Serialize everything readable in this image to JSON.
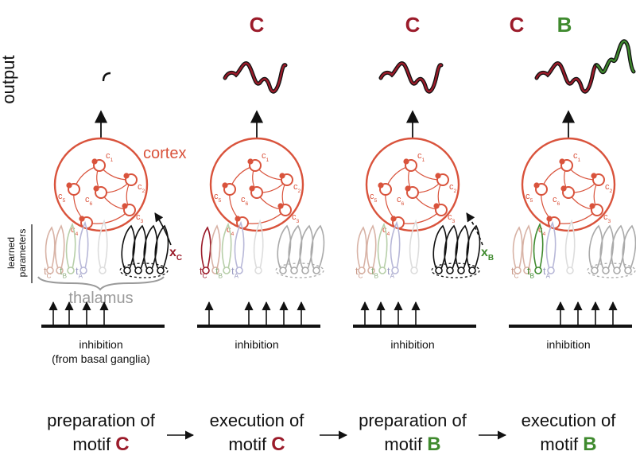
{
  "side_labels": {
    "output": "output",
    "learned_parameters_line1": "learned",
    "learned_parameters_line2": "parameters",
    "cortex": "cortex",
    "thalamus": "thalamus"
  },
  "colors": {
    "cortex": "#d9533c",
    "motif_c": "#9b1b2a",
    "motif_b": "#3f8a2e",
    "black": "#111111",
    "thalamus_gray": "#9a9a9a"
  },
  "panels": [
    {
      "output_labels": [],
      "inhibition_line1": "inhibition",
      "inhibition_line2": "(from basal ganglia)",
      "input_label_main": "x",
      "input_label_sub": "C",
      "caption_line1": "preparation of",
      "caption_line2_prefix": "motif ",
      "caption_motif": "C"
    },
    {
      "output_labels": [
        "C"
      ],
      "inhibition_line1": "inhibition",
      "caption_line1": "execution of",
      "caption_line2_prefix": "motif ",
      "caption_motif": "C"
    },
    {
      "output_labels": [
        "C"
      ],
      "inhibition_line1": "inhibition",
      "input_label_main": "x",
      "input_label_sub": "B",
      "caption_line1": "preparation of",
      "caption_line2_prefix": "motif ",
      "caption_motif": "B"
    },
    {
      "output_labels": [
        "C",
        "B"
      ],
      "inhibition_line1": "inhibition",
      "caption_line1": "execution of",
      "caption_line2_prefix": "motif ",
      "caption_motif": "B"
    }
  ],
  "neurons": {
    "c1": {
      "main": "c",
      "sub": "1"
    },
    "c2": {
      "main": "c",
      "sub": "2"
    },
    "c3": {
      "main": "c",
      "sub": "3"
    },
    "c4": {
      "main": "c",
      "sub": "4"
    },
    "c5": {
      "main": "c",
      "sub": "5"
    },
    "c6": {
      "main": "c",
      "sub": "6"
    }
  },
  "thalamic_units": {
    "t_c": {
      "main": "t",
      "sub": "C"
    },
    "t_b": {
      "main": "t",
      "sub": "B"
    },
    "t_a": {
      "main": "t",
      "sub": "A"
    }
  }
}
